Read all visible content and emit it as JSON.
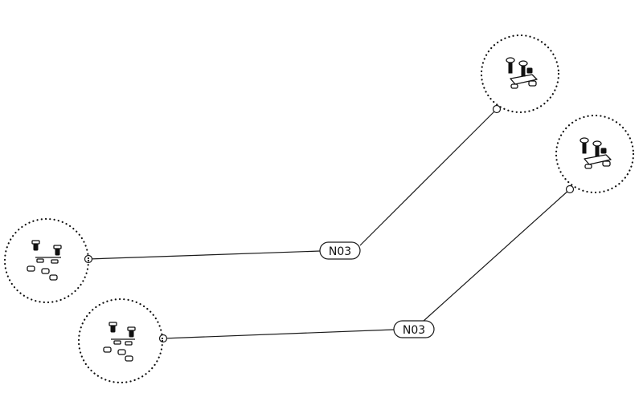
{
  "callouts": [
    {
      "id": "callout-1",
      "label": "N03",
      "icon": "hardware-kit-exploded-icon"
    },
    {
      "id": "callout-2",
      "label": "N03",
      "icon": "hardware-kit-exploded-icon"
    }
  ],
  "colors": {
    "line": "#1a1a1a",
    "background": "#ffffff"
  }
}
